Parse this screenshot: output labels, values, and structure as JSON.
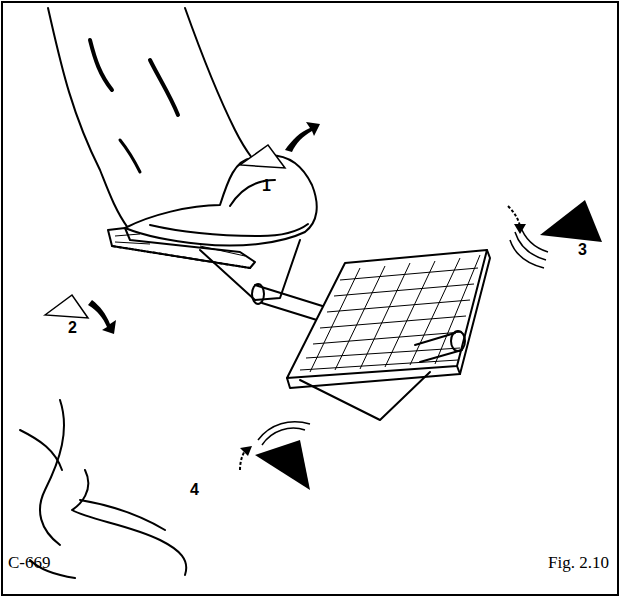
{
  "diagram": {
    "caption": "Fig. 2.10",
    "labels": [
      "1",
      "2",
      "3",
      "4",
      "C-669"
    ]
  }
}
